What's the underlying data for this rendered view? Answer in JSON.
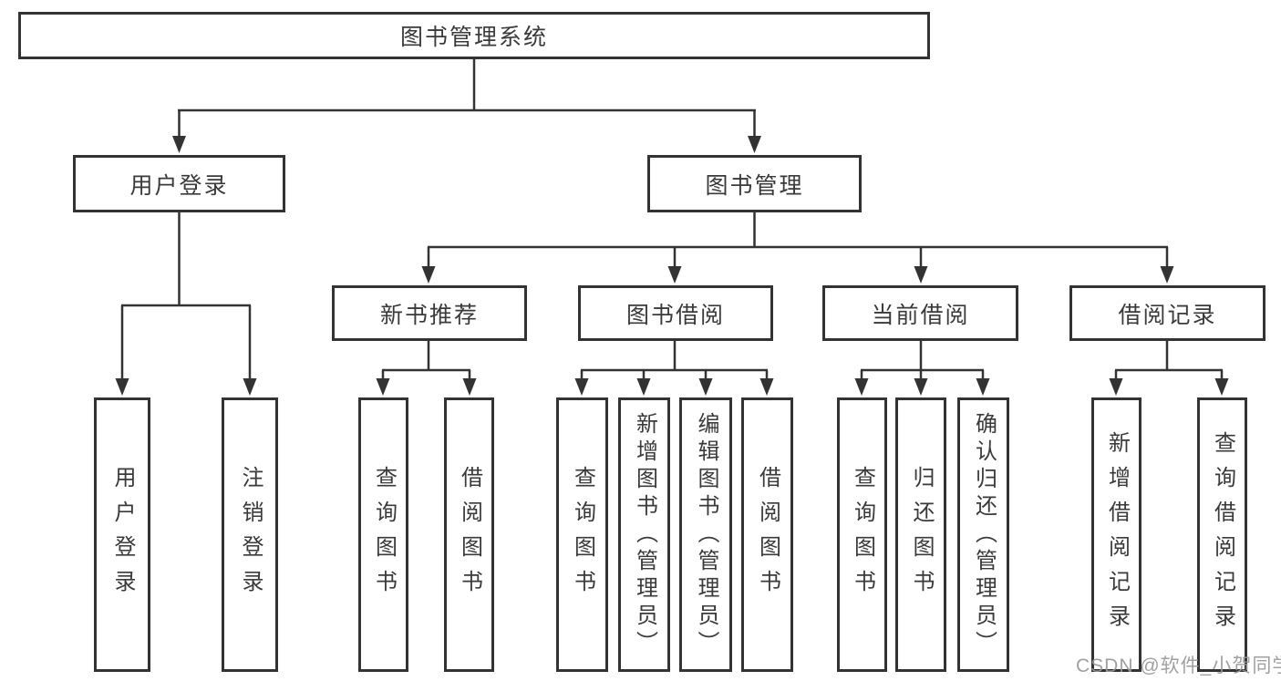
{
  "diagram_title": "图书管理系统",
  "colors": {
    "border": "#333333",
    "line": "#333333",
    "text": "#3a3a3a",
    "background": "#ffffff",
    "watermark": "#989898"
  },
  "root_label": "图书管理系统",
  "branches": [
    {
      "label": "用户登录",
      "leaves": [
        "用户登录",
        "注销登录"
      ]
    },
    {
      "label": "图书管理",
      "sections": [
        {
          "label": "新书推荐",
          "leaves": [
            "查询图书",
            "借阅图书"
          ]
        },
        {
          "label": "图书借阅",
          "leaves": [
            "查询图书",
            "新增图书（管理员）",
            "编辑图书（管理员）",
            "借阅图书"
          ]
        },
        {
          "label": "当前借阅",
          "leaves": [
            "查询图书",
            "归还图书",
            "确认归还（管理员）"
          ]
        },
        {
          "label": "借阅记录",
          "leaves": [
            "新增借阅记录",
            "查询借阅记录"
          ]
        }
      ]
    }
  ],
  "watermark": "CSDN @软件_小贺同学"
}
